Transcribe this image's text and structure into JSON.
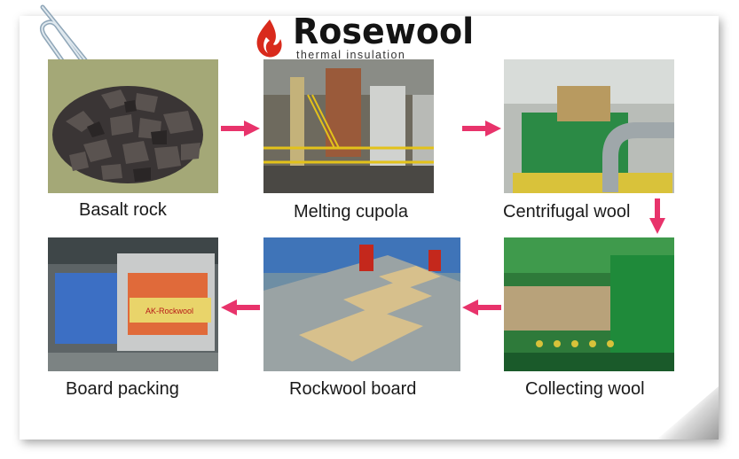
{
  "logo": {
    "brand": "Rosewool",
    "tagline": "thermal insulation"
  },
  "steps": [
    {
      "caption": "Basalt rock"
    },
    {
      "caption": "Melting cupola"
    },
    {
      "caption": "Centrifugal wool"
    },
    {
      "caption": "Board packing"
    },
    {
      "caption": "Rockwool board"
    },
    {
      "caption": "Collecting wool"
    }
  ],
  "packing_label": "AK-Rockwool",
  "colors": {
    "arrow": "#e8336b",
    "brand_red": "#d92a1c",
    "machine_green": "#1f9a3a",
    "board_yellow": "#d9c27a"
  }
}
